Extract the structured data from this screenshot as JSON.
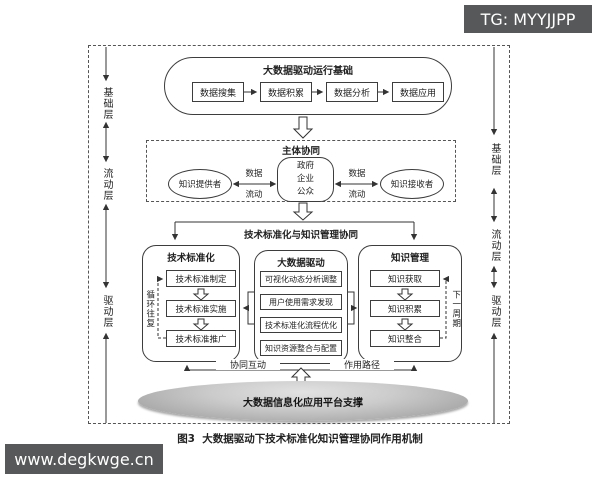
{
  "watermarks": {
    "telegram": "TG: MYYJJPP",
    "site": "www.degkwge.cn"
  },
  "caption": "图3  大数据驱动下技术标准化知识管理协同作用机制",
  "side_layers": {
    "items": [
      "基础层",
      "流动层",
      "驱动层"
    ]
  },
  "foundation": {
    "title": "大数据驱动运行基础",
    "steps": [
      "数据搜集",
      "数据积累",
      "数据分析",
      "数据应用"
    ]
  },
  "subject": {
    "title": "主体协同",
    "provider": "知识提供者",
    "receiver": "知识接收者",
    "center_lines": [
      "政府",
      "企业",
      "公众"
    ],
    "flow_label_top": "数据",
    "flow_label_bottom": "流动"
  },
  "collaboration": {
    "title": "技术标准化与知识管理协同",
    "standardization": {
      "title": "技术标准化",
      "steps": [
        "技术标准制定",
        "技术标准实施",
        "技术标准推广"
      ],
      "loop_label": "循环往复"
    },
    "bigdata": {
      "title": "大数据驱动",
      "steps": [
        "可视化动态分析调整",
        "用户使用需求发现",
        "技术标准化流程优化",
        "知识资源整合与配置"
      ]
    },
    "knowledge": {
      "title": "知识管理",
      "steps": [
        "知识获取",
        "知识积累",
        "知识整合"
      ],
      "loop_label": "下一周期"
    },
    "interaction_label": "协同互动",
    "path_label": "作用路径"
  },
  "platform": {
    "label": "大数据信息化应用平台支撑"
  },
  "colors": {
    "ink": "#333333",
    "watermark_bg": "#57585a",
    "platform_gray": "#c9c9c9"
  }
}
